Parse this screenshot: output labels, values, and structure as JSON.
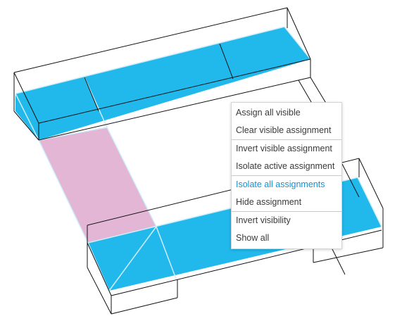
{
  "viewport": {
    "colors": {
      "assigned": "#21b8ec",
      "active": "#e3b6d6",
      "edge": "#111111",
      "seam": "#cfeef9"
    }
  },
  "context_menu": {
    "groups": [
      {
        "items": [
          {
            "label": "Assign all visible",
            "highlighted": false
          },
          {
            "label": "Clear visible assignment",
            "highlighted": false
          }
        ]
      },
      {
        "items": [
          {
            "label": "Invert visible assignment",
            "highlighted": false
          },
          {
            "label": "Isolate active assignment",
            "highlighted": false
          }
        ]
      },
      {
        "items": [
          {
            "label": "Isolate all assignments",
            "highlighted": true
          },
          {
            "label": "Hide assignment",
            "highlighted": false
          }
        ]
      },
      {
        "items": [
          {
            "label": "Invert visibility",
            "highlighted": false
          },
          {
            "label": "Show all",
            "highlighted": false
          }
        ]
      }
    ],
    "highlight_color": "#1a8fc9"
  }
}
